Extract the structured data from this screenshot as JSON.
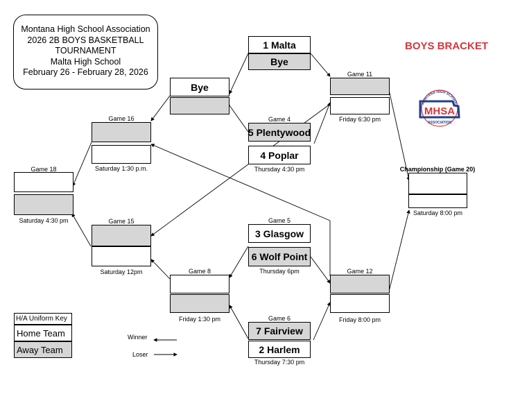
{
  "header": {
    "line1": "Montana High School Association",
    "line2": "2026 2B BOYS BASKETBALL",
    "line3": "TOURNAMENT",
    "line4": "Malta High School",
    "line5": "February 26 - February 28, 2026"
  },
  "bracket_title": "BOYS BRACKET",
  "logo": {
    "arc_text": "MONTANA HIGH SCHOOL",
    "letters": "MHSA",
    "bottom_text": "ASSOCIATION",
    "color_red": "#d6363a",
    "color_blue": "#1f3f8f"
  },
  "colors": {
    "away_gray": "#d6d6d6",
    "title_red": "#d6363a"
  },
  "teams": {
    "malta": "1 Malta",
    "bye_top": "Bye",
    "bye_left": "Bye",
    "plentywood": "5 Plentywood",
    "poplar": "4 Poplar",
    "glasgow": "3 Glasgow",
    "wolf_point": "6 Wolf Point",
    "fairview": "7 Fairview",
    "harlem": "2 Harlem"
  },
  "games": {
    "g4": {
      "name": "Game 4",
      "time": "Thursday 4:30 pm"
    },
    "g5": {
      "name": "Game 5",
      "time": "Thursday 6pm"
    },
    "g6": {
      "name": "Game 6",
      "time": "Thursday 7:30 pm"
    },
    "g8": {
      "name": "Game 8",
      "time": "Friday 1:30 pm"
    },
    "g11": {
      "name": "Game 11",
      "time": "Friday 6:30 pm"
    },
    "g12": {
      "name": "Game 12",
      "time": "Friday 8:00 pm"
    },
    "g15": {
      "name": "Game 15",
      "time": "Saturday 12pm"
    },
    "g16": {
      "name": "Game 16",
      "time": "Saturday 1:30 p.m."
    },
    "g18": {
      "name": "Game 18",
      "time": "Saturday 4:30 pm"
    },
    "g20": {
      "name": "Championship (Game 20)",
      "time": "Saturday 8:00 pm"
    }
  },
  "key": {
    "title": "H/A Uniform Key",
    "home": "Home Team",
    "away": "Away Team"
  },
  "legend": {
    "winner": "Winner",
    "loser": "Loser"
  }
}
